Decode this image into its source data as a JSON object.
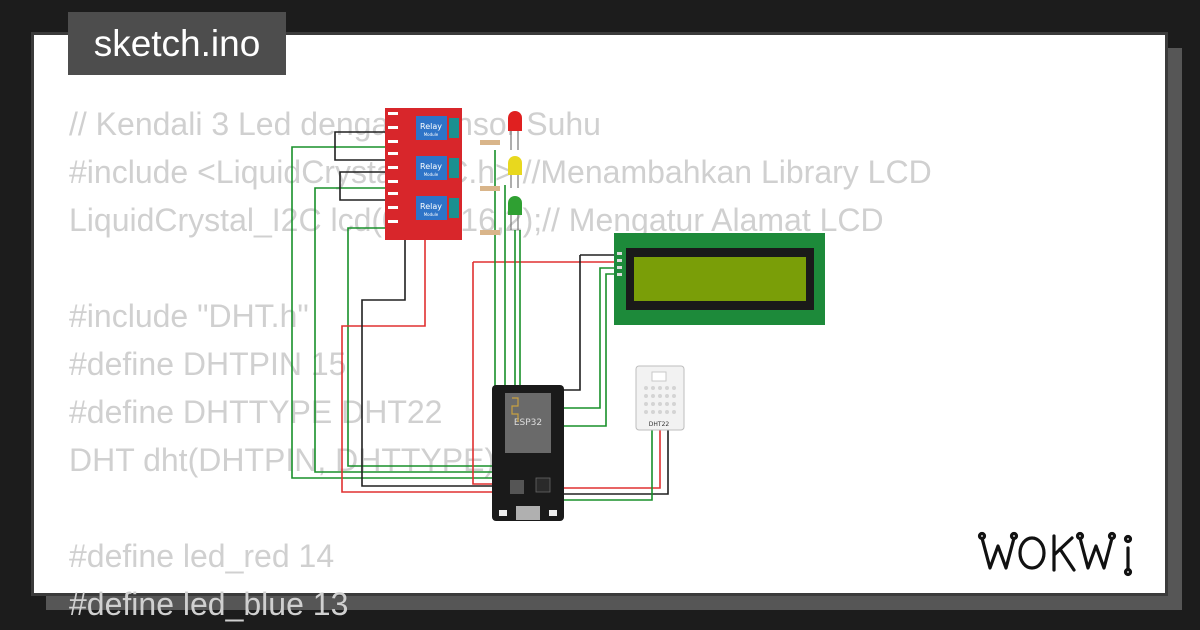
{
  "title": "sketch.ino",
  "code_lines": [
    "// Kendali 3 Led dengan Sensor Suhu",
    "#include <LiquidCrystal_I2C.h> //Menambahkan Library LCD",
    "LiquidCrystal_I2C lcd(0x27,16,2);// Mengatur Alamat LCD",
    "",
    "#include \"DHT.h\"",
    "#define DHTPIN 15",
    "#define DHTTYPE DHT22",
    "DHT dht(DHTPIN, DHTTYPE);",
    "",
    "#define led_red 14",
    "#define led_blue 13"
  ],
  "components": {
    "relay_label": "Relay",
    "relay_sub": "Module",
    "mcu_label": "ESP32",
    "sensor_label": "DHT22"
  },
  "logo": "WOKWi",
  "colors": {
    "relay": "#d8262b",
    "relay_block": "#2e74c8",
    "led_red": "#e02020",
    "led_yellow": "#e8d81e",
    "led_green": "#2fa032",
    "lcd_board": "#1d8a3a",
    "lcd_screen": "#7a9e08",
    "wire_red": "#e03030",
    "wire_green": "#18902a",
    "wire_black": "#202020"
  }
}
